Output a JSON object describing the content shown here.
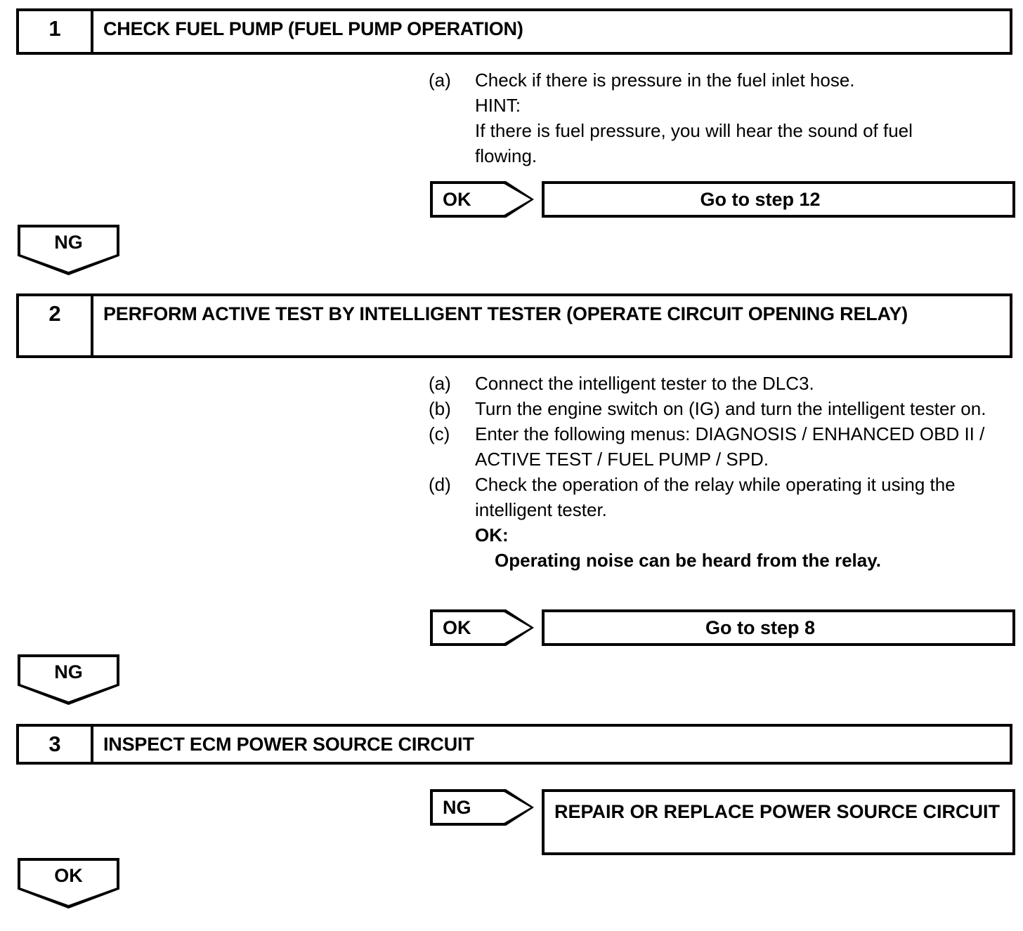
{
  "document": {
    "type": "diagnostic-troubleshooting-flowchart",
    "title": "Fuel Pump Diagnostic Procedure"
  },
  "steps": [
    {
      "number": "1",
      "title": "CHECK FUEL PUMP (FUEL PUMP OPERATION)",
      "instructions": [
        {
          "label": "(a)",
          "text": "Check if there is pressure in the fuel inlet hose.",
          "sub_lines": [
            "HINT:",
            "If there is fuel pressure, you will hear the sound of fuel",
            "flowing."
          ]
        }
      ],
      "result": {
        "tag": "OK",
        "box_text": "Go to step 12"
      },
      "connector": "NG"
    },
    {
      "number": "2",
      "title": "PERFORM ACTIVE TEST BY INTELLIGENT TESTER (OPERATE CIRCUIT OPENING RELAY)",
      "instructions": [
        {
          "label": "(a)",
          "text": "Connect the intelligent tester to the DLC3."
        },
        {
          "label": "(b)",
          "text": "Turn the engine switch on (IG) and turn the intelligent tester on."
        },
        {
          "label": "(c)",
          "text": "Enter the following menus: DIAGNOSIS / ENHANCED OBD II / ACTIVE TEST / FUEL PUMP / SPD."
        },
        {
          "label": "(d)",
          "text": "Check the operation of the relay while operating it using the intelligent tester.",
          "ok_label": "OK:",
          "ok_criteria": "Operating noise can be heard from the relay."
        }
      ],
      "result": {
        "tag": "OK",
        "box_text": "Go to step 8"
      },
      "connector": "NG"
    },
    {
      "number": "3",
      "title": "INSPECT ECM POWER SOURCE CIRCUIT",
      "instructions": [],
      "result": {
        "tag": "NG",
        "box_text": "REPAIR OR REPLACE POWER SOURCE CIRCUIT"
      },
      "connector": "OK"
    }
  ],
  "colors": {
    "line": "#000000",
    "background": "#ffffff",
    "text": "#000000"
  }
}
